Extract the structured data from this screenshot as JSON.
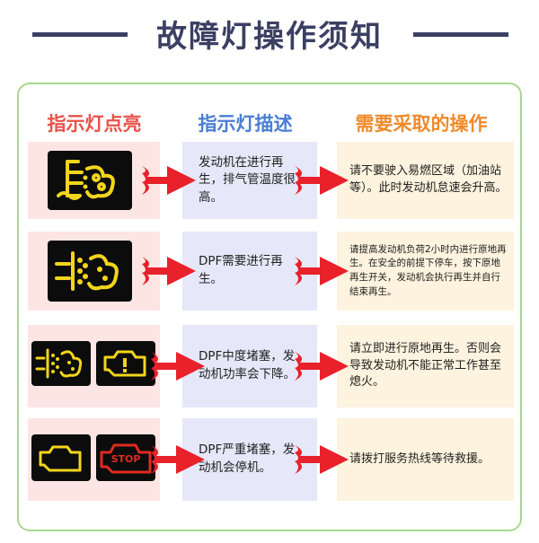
{
  "title": "故障灯操作须知",
  "headers": {
    "light": "指示灯点亮",
    "desc": "指示灯描述",
    "action": "需要采取的操作"
  },
  "rows": [
    {
      "desc": "发动机在进行再生，排气管温度很高。",
      "action": "请不要驶入易燃区域（加油站等）。此时发动机怠速会升高。",
      "icons": [
        "dpf-regeneration-high-temp-icon"
      ]
    },
    {
      "desc": "DPF需要进行再生。",
      "action": "请提高发动机负荷2小时内进行原地再生。在安全的前提下停车，按下原地再生开关，发动机会执行再生并自行结束再生。",
      "icons": [
        "dpf-icon"
      ]
    },
    {
      "desc": "DPF中度堵塞，发动机功率会下降。",
      "action": "请立即进行原地再生。否则会导致发动机不能正常工作甚至熄火。",
      "icons": [
        "dpf-icon",
        "engine-warning-icon"
      ]
    },
    {
      "desc": "DPF严重堵塞，发动机会停机。",
      "action": "请拨打服务热线等待救援。",
      "icons": [
        "check-engine-icon",
        "stop-engine-icon"
      ]
    }
  ],
  "stop_text": "STOP",
  "colors": {
    "title": "#3b3f62",
    "header_light": "#e8524a",
    "header_desc": "#4a7dd4",
    "header_action": "#ef8a2a",
    "arrow": "#e8212b",
    "lamp_yellow": "#f2d51c",
    "lamp_red": "#e02a1f",
    "border": "#a8d88c"
  }
}
